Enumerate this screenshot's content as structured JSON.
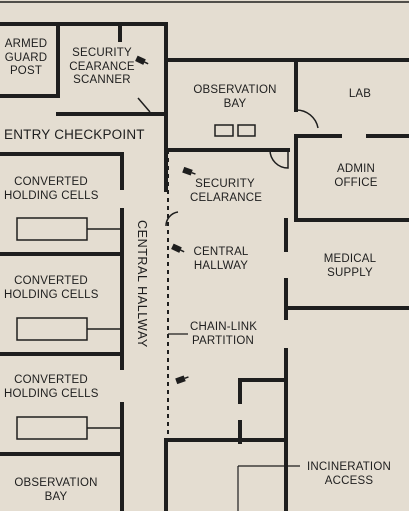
{
  "map": {
    "rooms": {
      "armed_guard_post": "ARMED\nGUARD\nPOST",
      "security_scanner": "SECURITY\nCEARANCE\nSCANNER",
      "entry_checkpoint": "ENTRY CHECKPOINT",
      "holding_cells_1": "CONVERTED\nHOLDING CELLS",
      "holding_cells_2": "CONVERTED\nHOLDING CELLS",
      "holding_cells_3": "CONVERTED\nHOLDING CELLS",
      "observation_bay_bottom": "OBSERVATION\nBAY",
      "observation_bay_top": "OBSERVATION\nBAY",
      "lab": "LAB",
      "security_clearance": "SECURITY\nCELARANCE",
      "admin_office": "ADMIN\nOFFICE",
      "central_hallway": "CENTRAL\nHALLWAY",
      "medical_supply": "MEDICAL\nSUPPLY",
      "chain_link_partition": "CHAIN-LINK\nPARTITION",
      "incineration_access": "INCINERATION\nACCESS",
      "central_hallway_vertical": "CENTRAL HALLWAY"
    },
    "icons": [
      "camera-icon",
      "camera-icon",
      "camera-icon",
      "camera-icon"
    ]
  }
}
